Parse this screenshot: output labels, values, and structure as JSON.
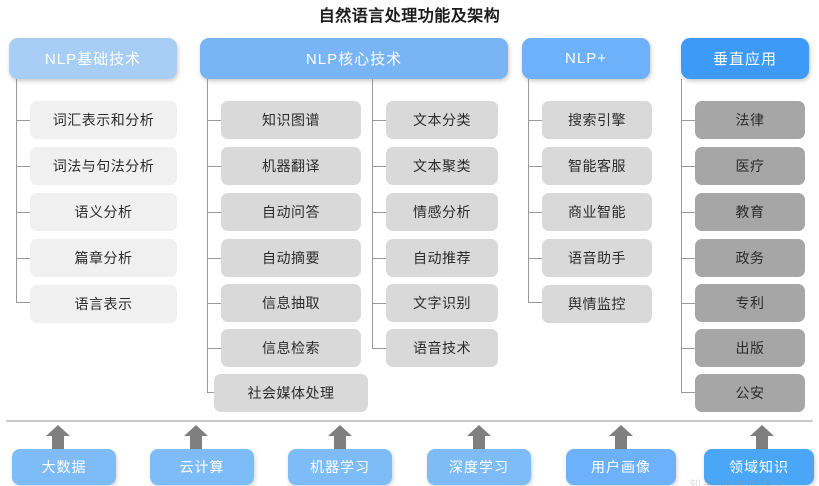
{
  "title": "自然语言处理功能及架构",
  "colors": {
    "header_basic": "#a8cef5",
    "header_core": "#79b4f5",
    "header_plus": "#6eb1fb",
    "header_vertical": "#3d9bf7",
    "leaf_light": "#f0f0f0",
    "leaf_mid": "#d9d9d9",
    "leaf_dark": "#a6a6a6",
    "base_box": "#7ebcf7",
    "base_box_dark": "#4aa6f7",
    "line": "#9a9a9a",
    "baseline": "#c9c9c9",
    "arrow": "#7f7f7f",
    "title_text": "#1c1c1c"
  },
  "columns": [
    {
      "id": "nlp-basic",
      "header": "NLP基础技术",
      "tone": "tone-light",
      "groups": [
        {
          "items": [
            "词汇表示和分析",
            "词法与句法分析",
            "语义分析",
            "篇章分析",
            "语言表示"
          ]
        }
      ]
    },
    {
      "id": "nlp-core",
      "header": "NLP核心技术",
      "tone": "tone-mid",
      "groups": [
        {
          "items": [
            "知识图谱",
            "机器翻译",
            "自动问答",
            "自动摘要",
            "信息抽取",
            "信息检索",
            "社会媒体处理"
          ]
        },
        {
          "items": [
            "文本分类",
            "文本聚类",
            "情感分析",
            "自动推荐",
            "文字识别",
            "语音技术"
          ]
        }
      ]
    },
    {
      "id": "nlp-plus",
      "header": "NLP+",
      "tone": "tone-mid",
      "groups": [
        {
          "items": [
            "搜索引擎",
            "智能客服",
            "商业智能",
            "语音助手",
            "舆情监控"
          ]
        }
      ]
    },
    {
      "id": "vertical-app",
      "header": "垂直应用",
      "tone": "tone-dark",
      "groups": [
        {
          "items": [
            "法律",
            "医疗",
            "教育",
            "政务",
            "专利",
            "出版",
            "公安"
          ]
        }
      ]
    }
  ],
  "foundation": {
    "items": [
      "大数据",
      "云计算",
      "机器学习",
      "深度学习",
      "用户画像",
      "领域知识"
    ]
  },
  "watermark": "知乎 @智能语义"
}
